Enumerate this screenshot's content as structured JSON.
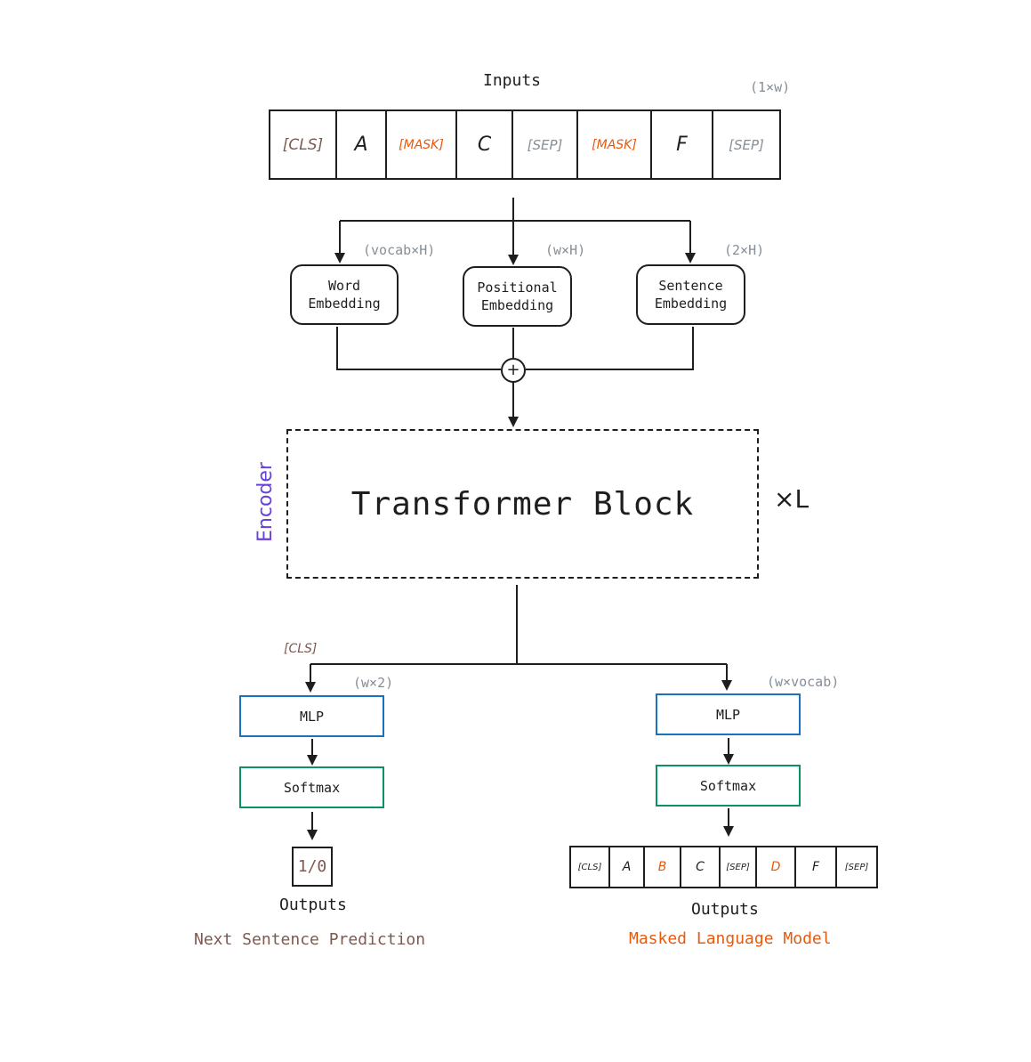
{
  "inputs": {
    "title": "Inputs",
    "dim": "(1×w)",
    "tokens": [
      {
        "text": "[CLS]",
        "color": "#7d5a50"
      },
      {
        "text": "A",
        "color": "#1e1e1e"
      },
      {
        "text": "[MASK]",
        "color": "#e8590c"
      },
      {
        "text": "C",
        "color": "#1e1e1e"
      },
      {
        "text": "[SEP]",
        "color": "#868e96"
      },
      {
        "text": "[MASK]",
        "color": "#e8590c"
      },
      {
        "text": "F",
        "color": "#1e1e1e"
      },
      {
        "text": "[SEP]",
        "color": "#868e96"
      }
    ]
  },
  "embeddings": {
    "word": {
      "line1": "Word",
      "line2": "Embedding",
      "dim": "(vocab×H)"
    },
    "positional": {
      "line1": "Positional",
      "line2": "Embedding",
      "dim": "(w×H)"
    },
    "sentence": {
      "line1": "Sentence",
      "line2": "Embedding",
      "dim": "(2×H)"
    }
  },
  "sum_symbol": "+",
  "encoder": {
    "label": "Encoder",
    "block": "Transformer Block",
    "repeat": "×L",
    "label_color": "#6741d9"
  },
  "nsp": {
    "tap_label": "[CLS]",
    "dim": "(w×2)",
    "mlp": "MLP",
    "softmax": "Softmax",
    "output": "1/0",
    "outputs_label": "Outputs",
    "task": "Next Sentence Prediction",
    "color": "#7d5a50"
  },
  "mlm": {
    "dim": "(w×vocab)",
    "mlp": "MLP",
    "softmax": "Softmax",
    "outputs_label": "Outputs",
    "task": "Masked Language Model",
    "color": "#e8590c",
    "tokens": [
      {
        "text": "[CLS]",
        "color": "#1e1e1e"
      },
      {
        "text": "A",
        "color": "#1e1e1e"
      },
      {
        "text": "B",
        "color": "#e8590c"
      },
      {
        "text": "C",
        "color": "#1e1e1e"
      },
      {
        "text": "[SEP]",
        "color": "#1e1e1e"
      },
      {
        "text": "D",
        "color": "#e8590c"
      },
      {
        "text": "F",
        "color": "#1e1e1e"
      },
      {
        "text": "[SEP]",
        "color": "#1e1e1e"
      }
    ]
  },
  "colors": {
    "stroke": "#1e1e1e",
    "mlp_border": "#1971c2",
    "softmax_border": "#099268",
    "dim_text": "#868e96"
  }
}
